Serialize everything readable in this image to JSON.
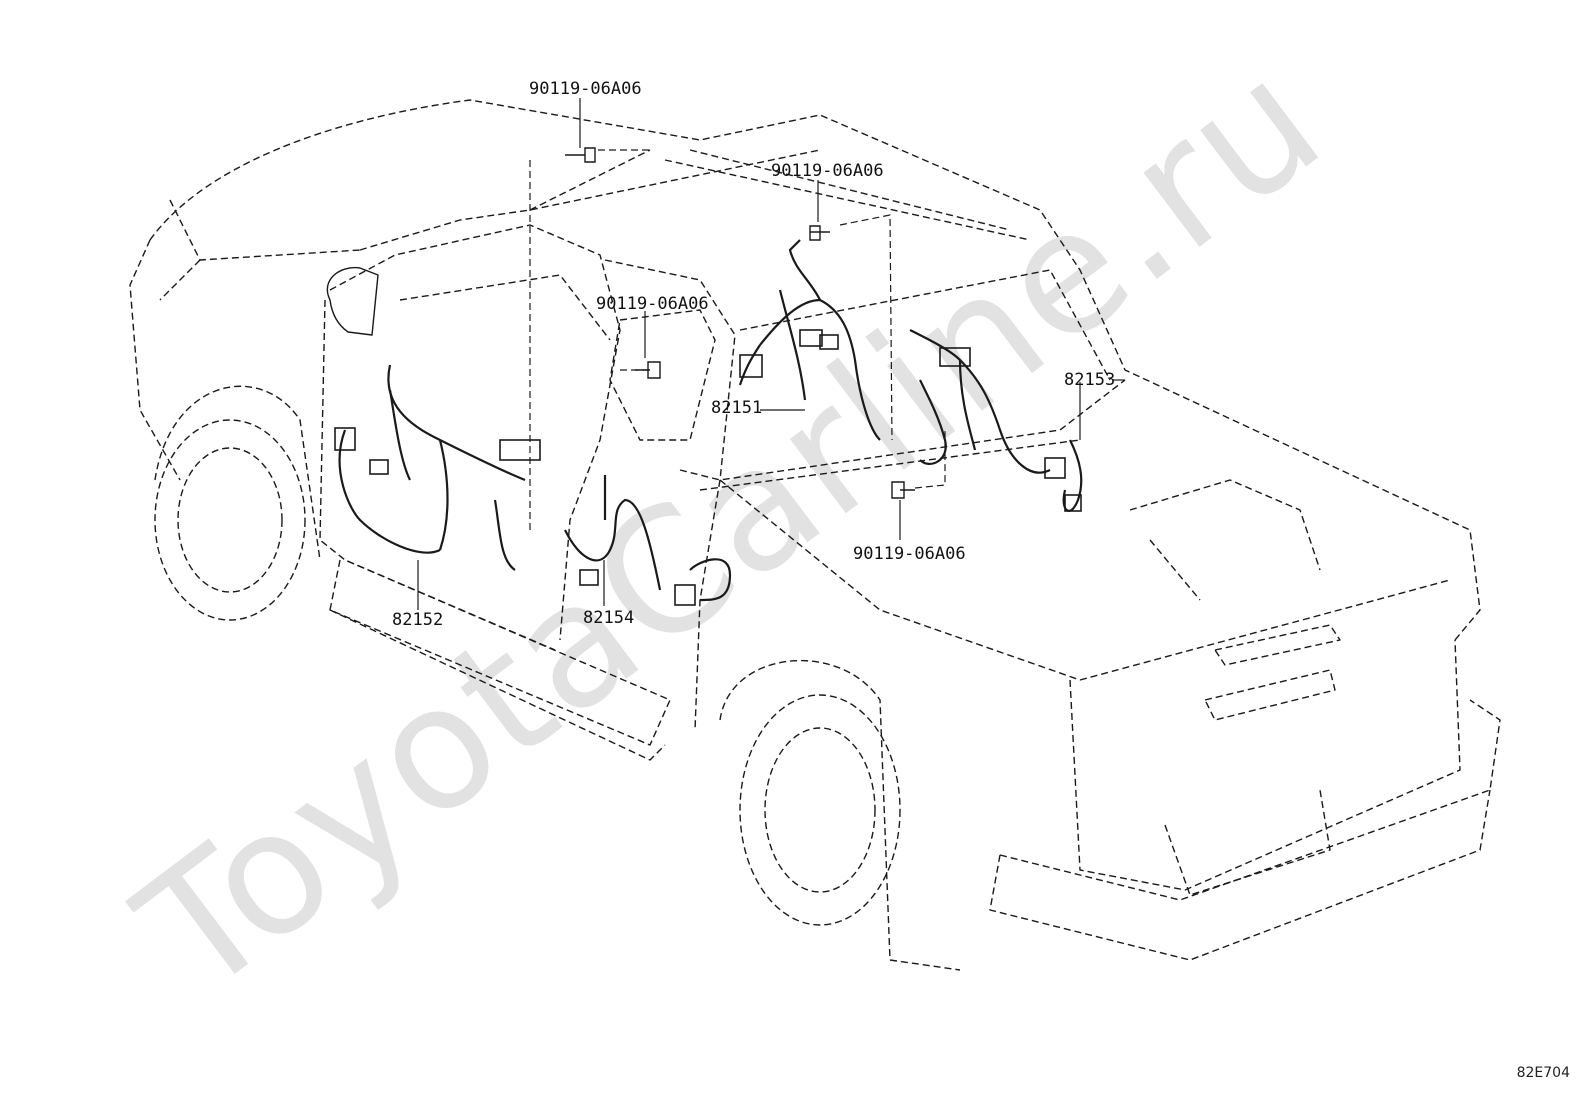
{
  "callouts": {
    "bolt_roof_front": "90119-06A06",
    "bolt_roof_center": "90119-06A06",
    "bolt_b_pillar": "90119-06A06",
    "bolt_rear_floor": "90119-06A06",
    "harness_roof": "82151",
    "harness_front_door": "82152",
    "harness_rear_right": "82153",
    "harness_rear_door": "82154"
  },
  "watermark_text": "ToyotaCarline.ru",
  "diagram_code": "82E704",
  "colors": {
    "line": "#1a1a1a",
    "watermark": "#d9d9d9"
  }
}
